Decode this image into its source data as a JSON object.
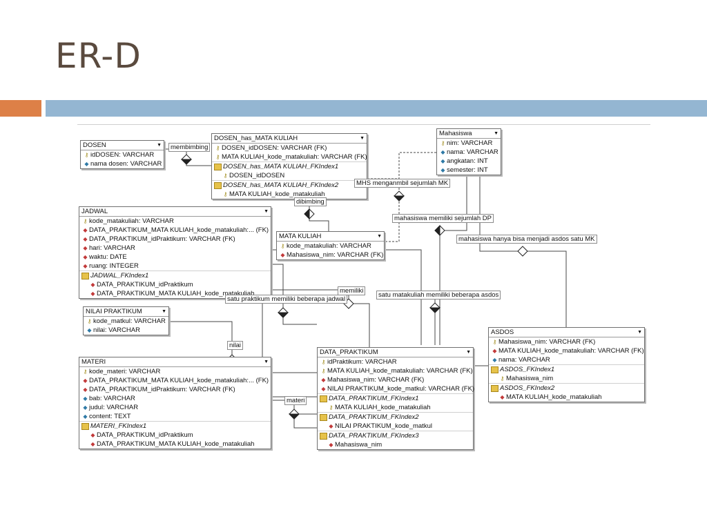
{
  "title": "ER-D",
  "colors": {
    "orange": "#dd8047",
    "blue": "#94b6d2"
  },
  "entities": {
    "dosen": {
      "name": "DOSEN",
      "rows": [
        {
          "t": "idDOSEN: VARCHAR",
          "i": "key"
        },
        {
          "t": "nama dosen: VARCHAR",
          "i": "attr"
        }
      ]
    },
    "dosen_has_mk": {
      "name": "DOSEN_has_MATA KULIAH",
      "rows": [
        {
          "t": "DOSEN_idDOSEN: VARCHAR (FK)",
          "i": "key"
        },
        {
          "t": "MATA KULIAH_kode_matakuliah: VARCHAR (FK)",
          "i": "key"
        },
        {
          "t": "DOSEN_has_MATA KULIAH_FKIndex1",
          "i": "index"
        },
        {
          "t": "DOSEN_idDOSEN",
          "i": "key",
          "sub": true
        },
        {
          "t": "DOSEN_has_MATA KULIAH_FKIndex2",
          "i": "index"
        },
        {
          "t": "MATA KULIAH_kode_matakuliah",
          "i": "key",
          "sub": true
        }
      ]
    },
    "mahasiswa": {
      "name": "Mahasiswa",
      "rows": [
        {
          "t": "nim: VARCHAR",
          "i": "key"
        },
        {
          "t": "nama: VARCHAR",
          "i": "attr"
        },
        {
          "t": "angkatan: INT",
          "i": "attr"
        },
        {
          "t": "semester: INT",
          "i": "attr"
        }
      ]
    },
    "jadwal": {
      "name": "JADWAL",
      "rows": [
        {
          "t": "kode_matakuliah: VARCHAR",
          "i": "key"
        },
        {
          "t": "DATA_PRAKTIKUM_MATA KULIAH_kode_matakuliah:... (FK)",
          "i": "fk"
        },
        {
          "t": "DATA_PRAKTIKUM_idPraktikum: VARCHAR (FK)",
          "i": "fk"
        },
        {
          "t": "hari: VARCHAR",
          "i": "fk"
        },
        {
          "t": "waktu: DATE",
          "i": "fk"
        },
        {
          "t": "ruang: INTEGER",
          "i": "fk"
        },
        {
          "t": "JADWAL_FKIndex1",
          "i": "index"
        },
        {
          "t": "DATA_PRAKTIKUM_idPraktikum",
          "i": "fk",
          "sub": true
        },
        {
          "t": "DATA_PRAKTIKUM_MATA KULIAH_kode_matakuliah",
          "i": "fk",
          "sub": true
        }
      ]
    },
    "mata_kuliah": {
      "name": "MATA KULIAH",
      "rows": [
        {
          "t": "kode_matakuliah: VARCHAR",
          "i": "key"
        },
        {
          "t": "Mahasiswa_nim: VARCHAR (FK)",
          "i": "fk"
        }
      ]
    },
    "nilai": {
      "name": "NILAI PRAKTIKUM",
      "rows": [
        {
          "t": "kode_matkul: VARCHAR",
          "i": "key"
        },
        {
          "t": "nilai: VARCHAR",
          "i": "attr"
        }
      ]
    },
    "materi": {
      "name": "MATERI",
      "rows": [
        {
          "t": "kode_materi: VARCHAR",
          "i": "key"
        },
        {
          "t": "DATA_PRAKTIKUM_MATA KULIAH_kode_matakuliah:... (FK)",
          "i": "fk"
        },
        {
          "t": "DATA_PRAKTIKUM_idPraktikum: VARCHAR (FK)",
          "i": "fk"
        },
        {
          "t": "bab: VARCHAR",
          "i": "attr"
        },
        {
          "t": "judul: VARCHAR",
          "i": "attr"
        },
        {
          "t": "content: TEXT",
          "i": "attr"
        },
        {
          "t": "MATERI_FKIndex1",
          "i": "index"
        },
        {
          "t": "DATA_PRAKTIKUM_idPraktikum",
          "i": "fk",
          "sub": true
        },
        {
          "t": "DATA_PRAKTIKUM_MATA KULIAH_kode_matakuliah",
          "i": "fk",
          "sub": true
        }
      ]
    },
    "data_praktikum": {
      "name": "DATA_PRAKTIKUM",
      "rows": [
        {
          "t": "idPraktikum: VARCHAR",
          "i": "key"
        },
        {
          "t": "MATA KULIAH_kode_matakuliah: VARCHAR (FK)",
          "i": "key"
        },
        {
          "t": "Mahasiswa_nim: VARCHAR (FK)",
          "i": "fk"
        },
        {
          "t": "NILAI PRAKTIKUM_kode_matkul: VARCHAR (FK)",
          "i": "fk"
        },
        {
          "t": "DATA_PRAKTIKUM_FKIndex1",
          "i": "index"
        },
        {
          "t": "MATA KULIAH_kode_matakuliah",
          "i": "key",
          "sub": true
        },
        {
          "t": "DATA_PRAKTIKUM_FKIndex2",
          "i": "index"
        },
        {
          "t": "NILAI PRAKTIKUM_kode_matkul",
          "i": "fk",
          "sub": true
        },
        {
          "t": "DATA_PRAKTIKUM_FKIndex3",
          "i": "index"
        },
        {
          "t": "Mahasiswa_nim",
          "i": "fk",
          "sub": true
        }
      ]
    },
    "asdos": {
      "name": "ASDOS",
      "rows": [
        {
          "t": "Mahasiswa_nim: VARCHAR (FK)",
          "i": "key"
        },
        {
          "t": "MATA KULIAH_kode_matakuliah: VARCHAR (FK)",
          "i": "fk"
        },
        {
          "t": "nama: VARCHAR",
          "i": "attr"
        },
        {
          "t": "ASDOS_FKIndex1",
          "i": "index"
        },
        {
          "t": "Mahasiswa_nim",
          "i": "key",
          "sub": true
        },
        {
          "t": "ASDOS_FKIndex2",
          "i": "index"
        },
        {
          "t": "MATA KULIAH_kode_matakuliah",
          "i": "fk",
          "sub": true
        }
      ]
    }
  },
  "labels": {
    "membimbing": "membimbing",
    "dibimbing": "dibimbing",
    "mhs_mk": "MHS menganmbil sejumlah MK",
    "mhs_dp": "mahasiswa memiliki sejumlah DP",
    "mhs_asdos": "mahasiswa hanya bisa menjadi asdos satu MK",
    "memiliki": "memiliki",
    "satu_prak": "satu praktikum memiliki beberapa jadwal",
    "satu_mk": "satu matakuliah memiliki beberapa asdos",
    "nilai": "nilai",
    "materi": "materi"
  }
}
